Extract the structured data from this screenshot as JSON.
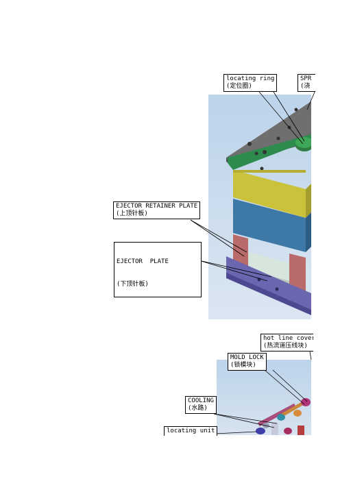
{
  "figure_top": {
    "callouts": {
      "locating_ring": {
        "en": "locating ring",
        "zh": "(定位圈)"
      },
      "sprue": {
        "en": "SPR",
        "zh": "(浇"
      },
      "ejector_retainer_plate": {
        "en": "EJECTOR RETAINER PLATE",
        "zh": "(上顶针板)"
      },
      "ejector_plate": {
        "en": "EJECTOR  PLATE",
        "zh": "(下顶针板)"
      }
    }
  },
  "figure_bottom": {
    "callouts": {
      "hot_line_cover": {
        "en": "hot line cover",
        "zh": "(热流道压线块)"
      },
      "mold_lock": {
        "en": "MOLD LOCK",
        "zh": "(锁模块)"
      },
      "cooling": {
        "en": "COOLING",
        "zh": "(水路)"
      },
      "locating_unit": {
        "en": "locating unit"
      }
    }
  }
}
